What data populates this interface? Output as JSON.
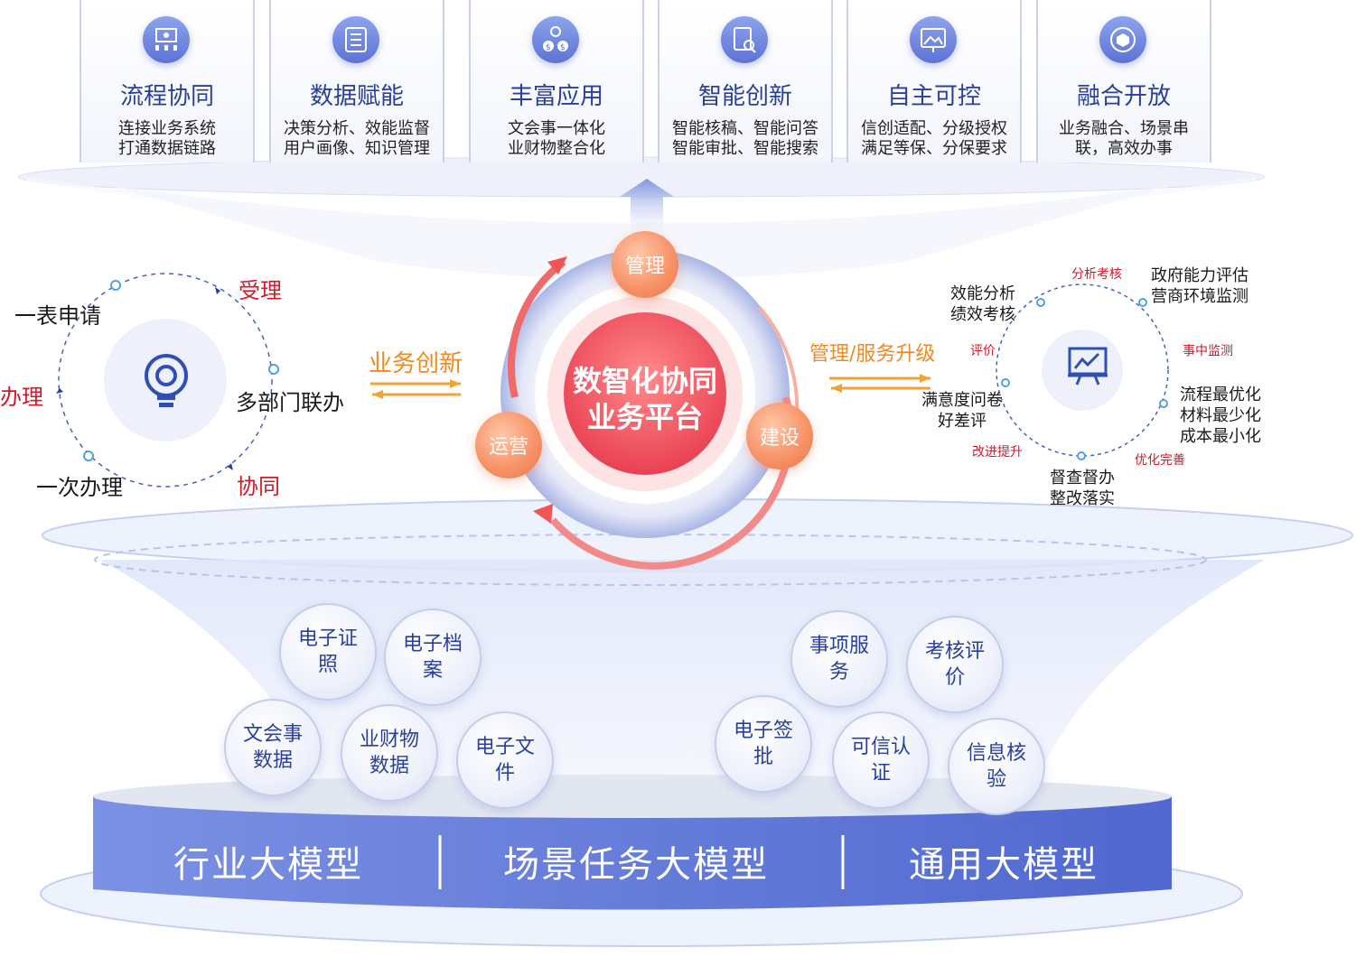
{
  "top_cards": [
    {
      "title": "流程协同",
      "line1": "连接业务系统",
      "line2": "打通数据链路",
      "icon": "process-icon"
    },
    {
      "title": "数据赋能",
      "line1": "决策分析、效能监督",
      "line2": "用户画像、知识管理",
      "icon": "list-icon"
    },
    {
      "title": "丰富应用",
      "line1": "文会事一体化",
      "line2": "业财物整合化",
      "icon": "money-icon"
    },
    {
      "title": "智能创新",
      "line1": "智能核稿、智能问答",
      "line2": "智能审批、智能搜索",
      "icon": "document-search-icon"
    },
    {
      "title": "自主可控",
      "line1": "信创适配、分级授权",
      "line2": "满足等保、分保要求",
      "icon": "image-control-icon"
    },
    {
      "title": "融合开放",
      "line1": "业务融合、场景串",
      "line2": "联，高效办事",
      "icon": "cube-icon"
    }
  ],
  "left_cycle": {
    "top_left": "一表申请",
    "top_right": "受理",
    "left": "办理",
    "right": "多部门联办",
    "bottom_left": "一次办理",
    "bottom_right": "协同",
    "icon": "lightbulb-icon"
  },
  "left_arrow_label": "业务创新",
  "right_arrow_label": "管理/服务升级",
  "center": {
    "title_line1": "数智化协同",
    "title_line2": "业务平台",
    "orb_top": "管理",
    "orb_left": "运营",
    "orb_right": "建设"
  },
  "right_cycle": {
    "top_label": "分析考核",
    "top_right": "政府能力评估\n营商环境监测",
    "top_left_1": "效能分析",
    "top_left_2": "绩效考核",
    "pingjia": "评价",
    "shizhong": "事中监测",
    "right_1": "流程最优化",
    "right_2": "材料最少化",
    "right_3": "成本最小化",
    "left_1": "满意度问卷",
    "left_2": "好差评",
    "gaijin": "改进提升",
    "youhua": "优化完善",
    "bottom_1": "督查督办",
    "bottom_2": "整改落实",
    "icon": "chart-board-icon"
  },
  "bubbles": [
    {
      "l1": "电子证",
      "l2": "照"
    },
    {
      "l1": "电子档",
      "l2": "案"
    },
    {
      "l1": "文会事",
      "l2": "数据"
    },
    {
      "l1": "业财物",
      "l2": "数据"
    },
    {
      "l1": "电子文",
      "l2": "件"
    },
    {
      "l1": "事项服",
      "l2": "务"
    },
    {
      "l1": "考核评",
      "l2": "价"
    },
    {
      "l1": "电子签",
      "l2": "批"
    },
    {
      "l1": "可信认",
      "l2": "证"
    },
    {
      "l1": "信息核",
      "l2": "验"
    }
  ],
  "base": {
    "left": "行业大模型",
    "middle": "场景任务大模型",
    "right": "通用大模型"
  },
  "colors": {
    "primary": "#283f9c",
    "accent_red": "#d4182a",
    "accent_orange": "#f08a1e",
    "base_blue": "#6179d8"
  }
}
